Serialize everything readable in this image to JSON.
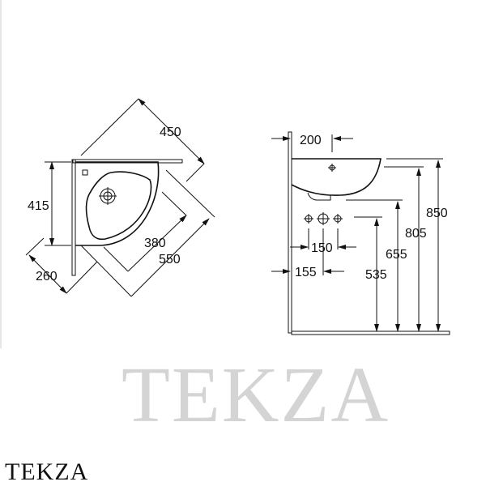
{
  "plan_view": {
    "dimensions": {
      "width_diag": "450",
      "height": "415",
      "depth_inner": "380",
      "depth_outer": "550",
      "offset": "260"
    }
  },
  "side_view": {
    "dimensions": {
      "wall_to_tap": "200",
      "fixing_spacing": "150",
      "wall_to_waste": "155",
      "height_total": "850",
      "height_rim": "805",
      "height_underside": "655",
      "height_fixings": "535"
    }
  },
  "watermark": "TEKZA",
  "brand": "TEKZA"
}
